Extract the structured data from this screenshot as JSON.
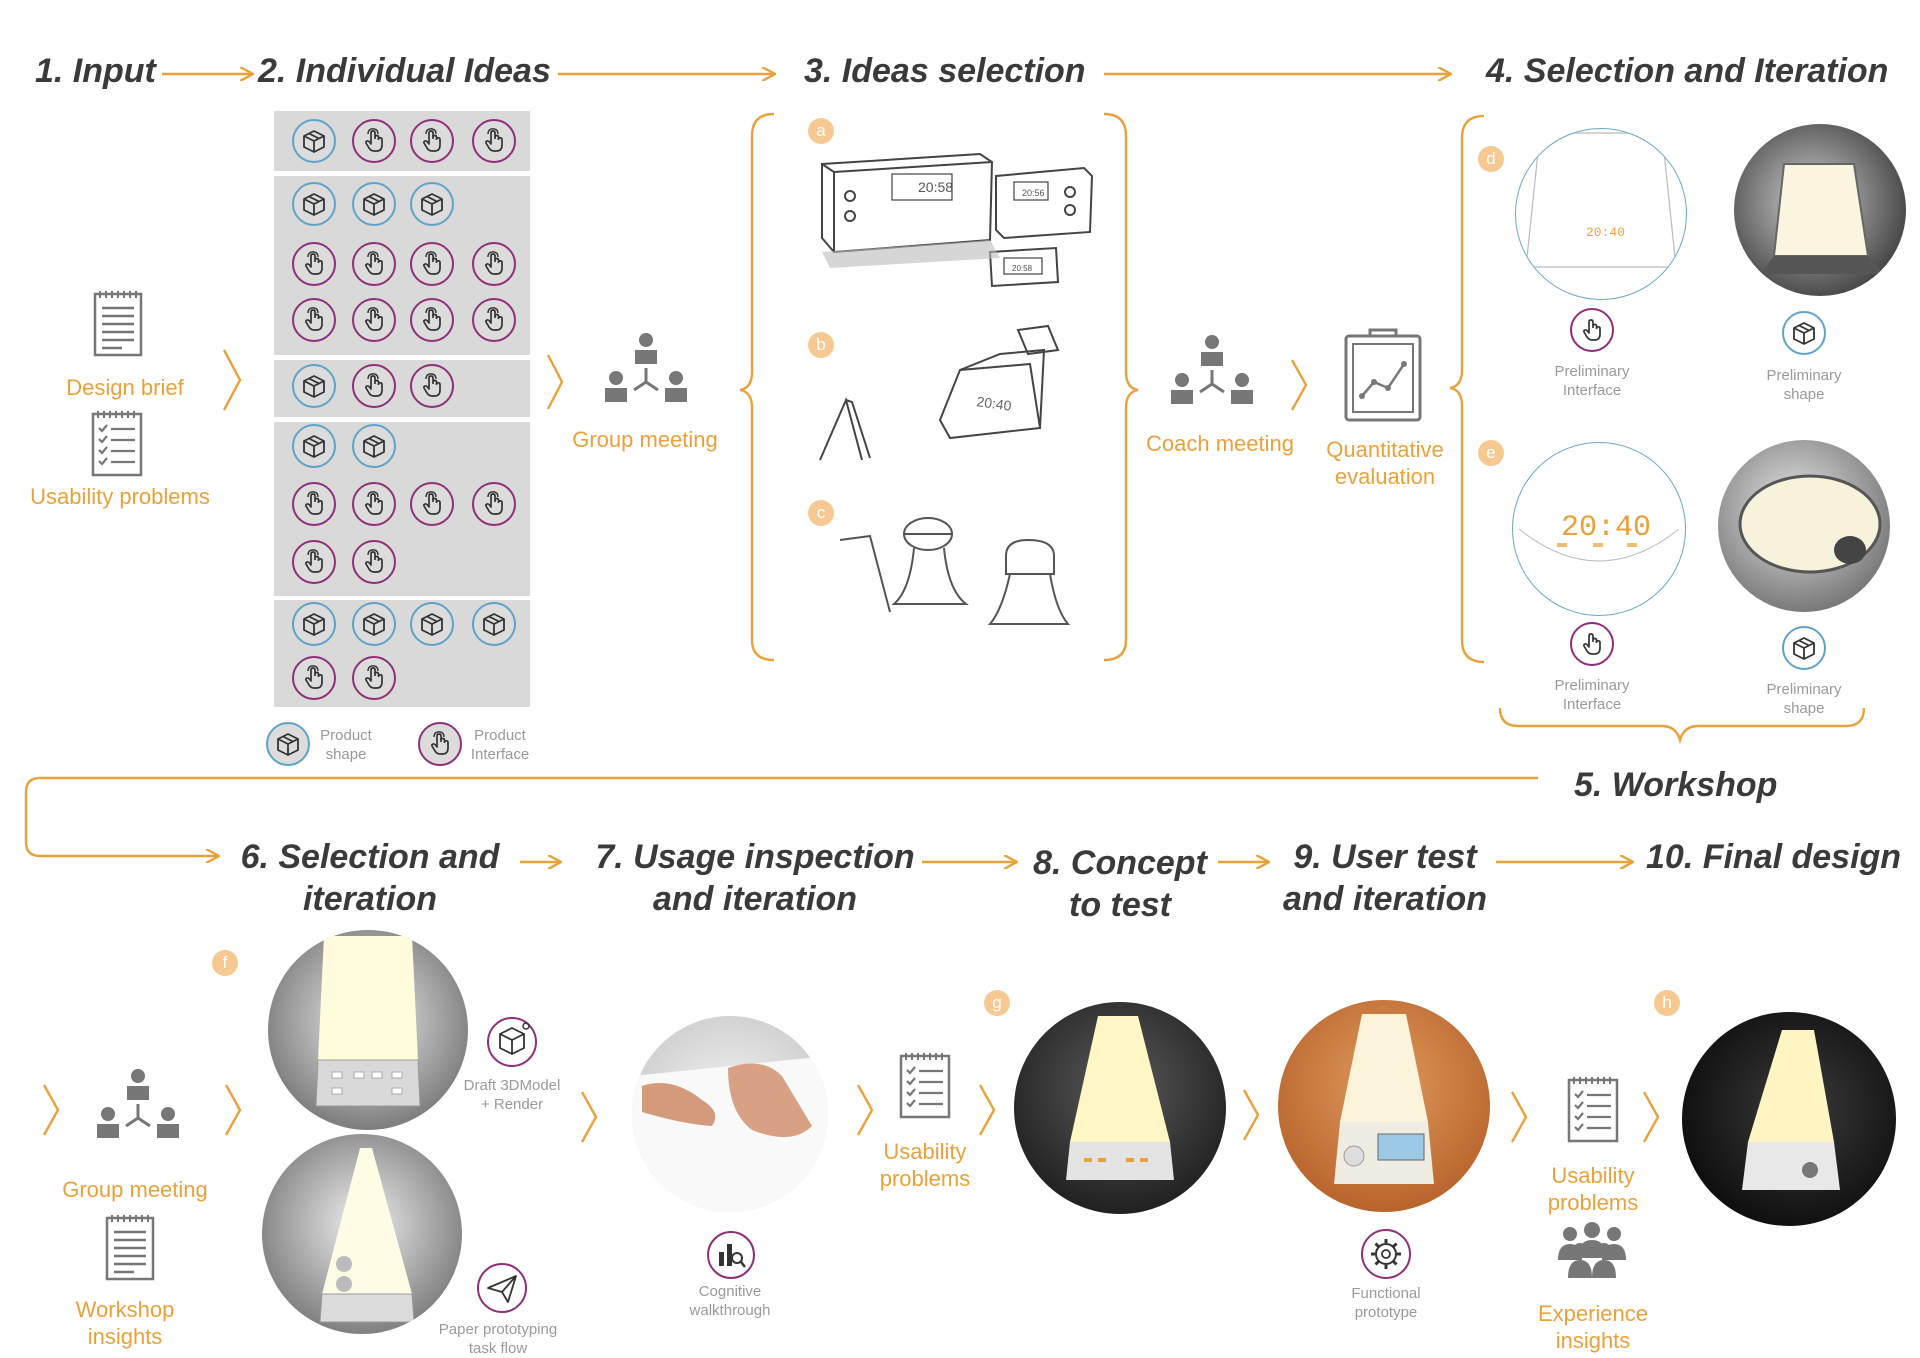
{
  "steps": {
    "s1": "1. Input",
    "s2": "2. Individual Ideas",
    "s3": "3. Ideas selection",
    "s4": "4. Selection and Iteration",
    "s5": "5. Workshop",
    "s6_l1": "6. Selection and",
    "s6_l2": "iteration",
    "s7_l1": "7. Usage inspection",
    "s7_l2": "and iteration",
    "s8_l1": "8. Concept",
    "s8_l2": "to test",
    "s9_l1": "9. User test",
    "s9_l2": "and iteration",
    "s10": "10. Final design"
  },
  "inputs": {
    "design_brief": "Design brief",
    "usability_problems": "Usability problems"
  },
  "meetings": {
    "group_meeting": "Group meeting",
    "coach_meeting": "Coach meeting",
    "quant_l1": "Quantitative",
    "quant_l2": "evaluation"
  },
  "legend": {
    "product_shape_l1": "Product",
    "product_shape_l2": "shape",
    "product_interface_l1": "Product",
    "product_interface_l2": "Interface"
  },
  "badges": {
    "a": "a",
    "b": "b",
    "c": "c",
    "d": "d",
    "e": "e",
    "f": "f",
    "g": "g",
    "h": "h"
  },
  "sketch_text": {
    "clock_a1": "20:58",
    "clock_a2": "20:56",
    "clock_a3": "20:58",
    "clock_b": "20:40",
    "clock_d": "20:40",
    "clock_e": "20:40"
  },
  "iteration4": {
    "prelim_interface_l1": "Preliminary",
    "prelim_interface_l2": "Interface",
    "prelim_shape_l1": "Preliminary",
    "prelim_shape_l2": "shape"
  },
  "bottom": {
    "group_meeting": "Group meeting",
    "workshop_l1": "Workshop",
    "workshop_l2": "insights",
    "draft_l1": "Draft 3DModel",
    "draft_l2": "+ Render",
    "paper_l1": "Paper prototyping",
    "paper_l2": "task flow",
    "cognitive_l1": "Cognitive",
    "cognitive_l2": "walkthrough",
    "usability1_l1": "Usability",
    "usability1_l2": "problems",
    "functional_l1": "Functional",
    "functional_l2": "prototype",
    "usability2_l1": "Usability",
    "usability2_l2": "problems",
    "experience_l1": "Experience",
    "experience_l2": "insights"
  },
  "colors": {
    "accent_orange": "#e9a23b",
    "badge_orange": "#f7c992",
    "title_gray": "#3a3a3a",
    "icon_gray": "#777777",
    "shape_blue": "#5fa3c8",
    "interface_purple": "#8e2f7a",
    "panel_gray": "#d9d9d9"
  }
}
